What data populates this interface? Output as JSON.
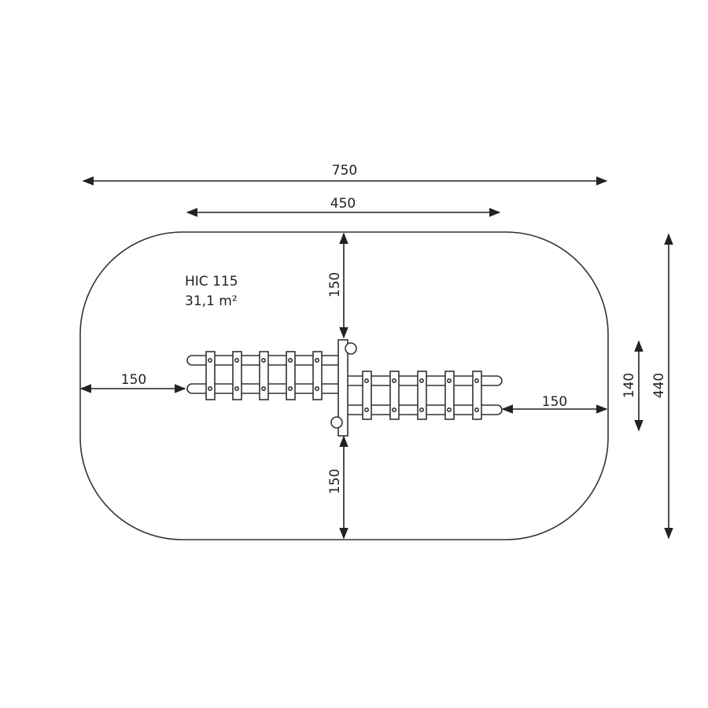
{
  "product": {
    "code": "HIC 115",
    "area": "31,1 m²"
  },
  "dimensions": {
    "total_length": "750",
    "equipment_length": "450",
    "clearance_top": "150",
    "clearance_bottom": "150",
    "clearance_left": "150",
    "clearance_right": "150",
    "equipment_width": "140",
    "total_width": "440"
  },
  "colors": {
    "line": "#222222",
    "background": "#ffffff"
  }
}
